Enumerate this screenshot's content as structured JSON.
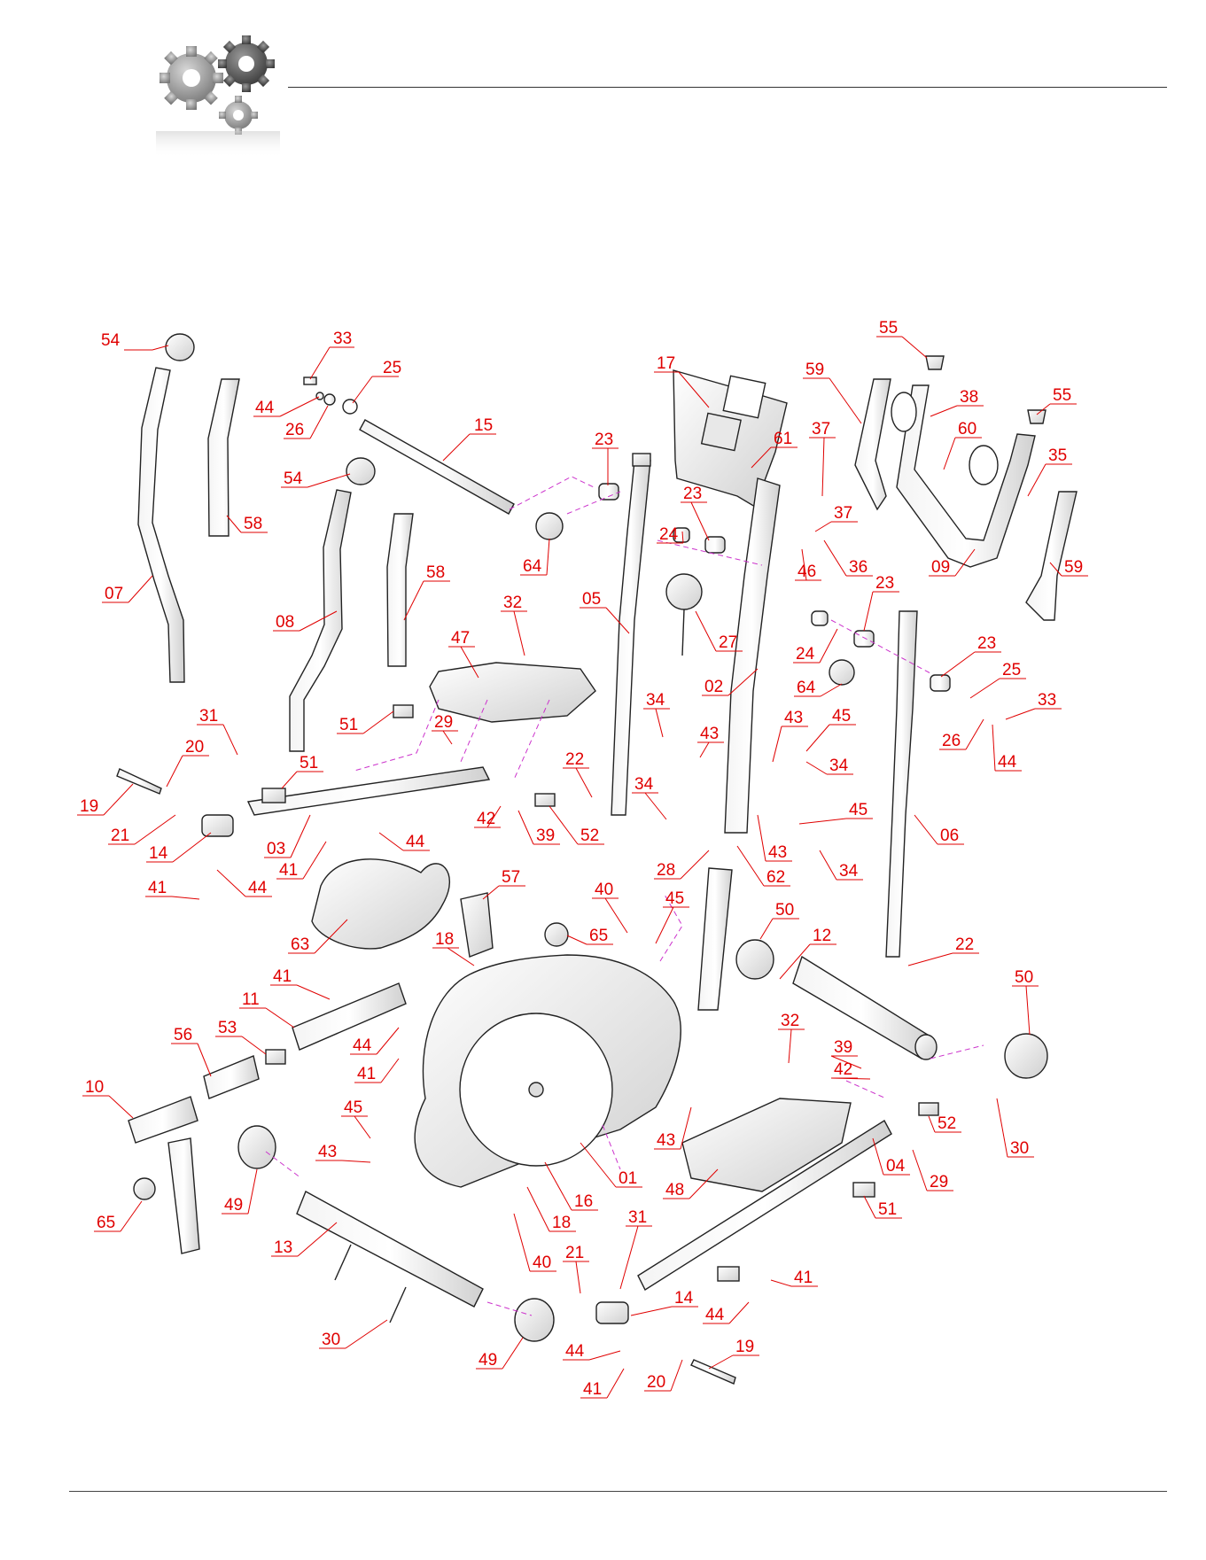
{
  "colors": {
    "label_red": "#e00000",
    "guide_magenta": "#cc33cc",
    "line_black": "#222222",
    "gear_gray": "#8a8a8a"
  },
  "header": {
    "logo_icon": "gears-icon"
  },
  "footer": {
    "fine_print": ""
  },
  "diagram": {
    "labels": [
      {
        "id": "lbl-54a",
        "text": "54"
      },
      {
        "id": "lbl-33a",
        "text": "33"
      },
      {
        "id": "lbl-25a",
        "text": "25"
      },
      {
        "id": "lbl-44a",
        "text": "44"
      },
      {
        "id": "lbl-26a",
        "text": "26"
      },
      {
        "id": "lbl-15",
        "text": "15"
      },
      {
        "id": "lbl-17",
        "text": "17"
      },
      {
        "id": "lbl-55a",
        "text": "55"
      },
      {
        "id": "lbl-59a",
        "text": "59"
      },
      {
        "id": "lbl-38",
        "text": "38"
      },
      {
        "id": "lbl-55b",
        "text": "55"
      },
      {
        "id": "lbl-23a",
        "text": "23"
      },
      {
        "id": "lbl-61",
        "text": "61"
      },
      {
        "id": "lbl-37a",
        "text": "37"
      },
      {
        "id": "lbl-60",
        "text": "60"
      },
      {
        "id": "lbl-35",
        "text": "35"
      },
      {
        "id": "lbl-58a",
        "text": "58"
      },
      {
        "id": "lbl-54b",
        "text": "54"
      },
      {
        "id": "lbl-23b",
        "text": "23"
      },
      {
        "id": "lbl-37b",
        "text": "37"
      },
      {
        "id": "lbl-64a",
        "text": "64"
      },
      {
        "id": "lbl-24a",
        "text": "24"
      },
      {
        "id": "lbl-36",
        "text": "36"
      },
      {
        "id": "lbl-46",
        "text": "46"
      },
      {
        "id": "lbl-09",
        "text": "09"
      },
      {
        "id": "lbl-59b",
        "text": "59"
      },
      {
        "id": "lbl-07",
        "text": "07"
      },
      {
        "id": "lbl-58b",
        "text": "58"
      },
      {
        "id": "lbl-05",
        "text": "05"
      },
      {
        "id": "lbl-23c",
        "text": "23"
      },
      {
        "id": "lbl-32a",
        "text": "32"
      },
      {
        "id": "lbl-08",
        "text": "08"
      },
      {
        "id": "lbl-47",
        "text": "47"
      },
      {
        "id": "lbl-27",
        "text": "27"
      },
      {
        "id": "lbl-24b",
        "text": "24"
      },
      {
        "id": "lbl-23d",
        "text": "23"
      },
      {
        "id": "lbl-25b",
        "text": "25"
      },
      {
        "id": "lbl-64b",
        "text": "64"
      },
      {
        "id": "lbl-02",
        "text": "02"
      },
      {
        "id": "lbl-33b",
        "text": "33"
      },
      {
        "id": "lbl-29a",
        "text": "29"
      },
      {
        "id": "lbl-31a",
        "text": "31"
      },
      {
        "id": "lbl-51a",
        "text": "51"
      },
      {
        "id": "lbl-34a",
        "text": "34"
      },
      {
        "id": "lbl-43a",
        "text": "43"
      },
      {
        "id": "lbl-43b",
        "text": "43"
      },
      {
        "id": "lbl-45a",
        "text": "45"
      },
      {
        "id": "lbl-26b",
        "text": "26"
      },
      {
        "id": "lbl-44b",
        "text": "44"
      },
      {
        "id": "lbl-20a",
        "text": "20"
      },
      {
        "id": "lbl-51b",
        "text": "51"
      },
      {
        "id": "lbl-22a",
        "text": "22"
      },
      {
        "id": "lbl-34b",
        "text": "34"
      },
      {
        "id": "lbl-19a",
        "text": "19"
      },
      {
        "id": "lbl-34c",
        "text": "34"
      },
      {
        "id": "lbl-45b",
        "text": "45"
      },
      {
        "id": "lbl-42a",
        "text": "42"
      },
      {
        "id": "lbl-21a",
        "text": "21"
      },
      {
        "id": "lbl-39a",
        "text": "39"
      },
      {
        "id": "lbl-52a",
        "text": "52"
      },
      {
        "id": "lbl-06",
        "text": "06"
      },
      {
        "id": "lbl-14a",
        "text": "14"
      },
      {
        "id": "lbl-03",
        "text": "03"
      },
      {
        "id": "lbl-44c",
        "text": "44"
      },
      {
        "id": "lbl-43c",
        "text": "43"
      },
      {
        "id": "lbl-41a",
        "text": "41"
      },
      {
        "id": "lbl-28",
        "text": "28"
      },
      {
        "id": "lbl-62",
        "text": "62"
      },
      {
        "id": "lbl-34d",
        "text": "34"
      },
      {
        "id": "lbl-41b",
        "text": "41"
      },
      {
        "id": "lbl-44d",
        "text": "44"
      },
      {
        "id": "lbl-57",
        "text": "57"
      },
      {
        "id": "lbl-40a",
        "text": "40"
      },
      {
        "id": "lbl-45c",
        "text": "45"
      },
      {
        "id": "lbl-50a",
        "text": "50"
      },
      {
        "id": "lbl-63",
        "text": "63"
      },
      {
        "id": "lbl-18a",
        "text": "18"
      },
      {
        "id": "lbl-65a",
        "text": "65"
      },
      {
        "id": "lbl-12",
        "text": "12"
      },
      {
        "id": "lbl-22b",
        "text": "22"
      },
      {
        "id": "lbl-41c",
        "text": "41"
      },
      {
        "id": "lbl-50b",
        "text": "50"
      },
      {
        "id": "lbl-11",
        "text": "11"
      },
      {
        "id": "lbl-56",
        "text": "56"
      },
      {
        "id": "lbl-53",
        "text": "53"
      },
      {
        "id": "lbl-44e",
        "text": "44"
      },
      {
        "id": "lbl-32b",
        "text": "32"
      },
      {
        "id": "lbl-41d",
        "text": "41"
      },
      {
        "id": "lbl-39b",
        "text": "39"
      },
      {
        "id": "lbl-10",
        "text": "10"
      },
      {
        "id": "lbl-42b",
        "text": "42"
      },
      {
        "id": "lbl-52b",
        "text": "52"
      },
      {
        "id": "lbl-43d",
        "text": "43"
      },
      {
        "id": "lbl-30a",
        "text": "30"
      },
      {
        "id": "lbl-45d",
        "text": "45"
      },
      {
        "id": "lbl-43e",
        "text": "43"
      },
      {
        "id": "lbl-01",
        "text": "01"
      },
      {
        "id": "lbl-04",
        "text": "04"
      },
      {
        "id": "lbl-29b",
        "text": "29"
      },
      {
        "id": "lbl-49a",
        "text": "49"
      },
      {
        "id": "lbl-16",
        "text": "16"
      },
      {
        "id": "lbl-48",
        "text": "48"
      },
      {
        "id": "lbl-51c",
        "text": "51"
      },
      {
        "id": "lbl-65b",
        "text": "65"
      },
      {
        "id": "lbl-13",
        "text": "13"
      },
      {
        "id": "lbl-18b",
        "text": "18"
      },
      {
        "id": "lbl-40b",
        "text": "40"
      },
      {
        "id": "lbl-31b",
        "text": "31"
      },
      {
        "id": "lbl-21b",
        "text": "21"
      },
      {
        "id": "lbl-41e",
        "text": "41"
      },
      {
        "id": "lbl-14b",
        "text": "14"
      },
      {
        "id": "lbl-44f",
        "text": "44"
      },
      {
        "id": "lbl-30b",
        "text": "30"
      },
      {
        "id": "lbl-19b",
        "text": "19"
      },
      {
        "id": "lbl-44g",
        "text": "44"
      },
      {
        "id": "lbl-49b",
        "text": "49"
      },
      {
        "id": "lbl-20b",
        "text": "20"
      },
      {
        "id": "lbl-41f",
        "text": "41"
      }
    ]
  }
}
